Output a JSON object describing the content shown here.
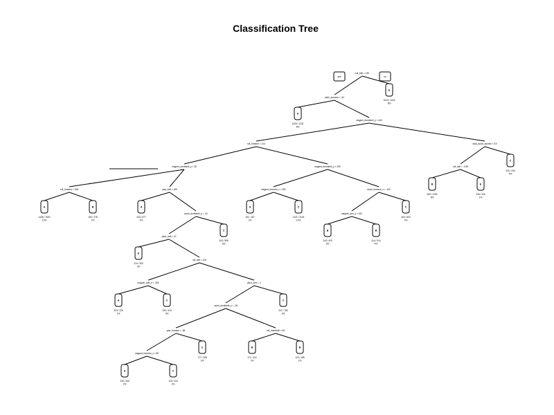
{
  "title": "Classification Tree",
  "legend": {
    "yes_label": "yes",
    "no_label": "no"
  },
  "splits": [
    {
      "id": "n1",
      "label": "roll_belt < 130"
    },
    {
      "id": "n2",
      "label": "pitch_forearm < -34"
    },
    {
      "id": "n3",
      "label": "magnet_dumbbell_y < 440"
    },
    {
      "id": "n4",
      "label": "roll_forearm < 124"
    },
    {
      "id": "n5",
      "label": "total_accel_dumbb < 5.9"
    },
    {
      "id": "n6",
      "label": "magnet_dumbbell_y < 28"
    },
    {
      "id": "n7",
      "label": "magnet_dumbbell_y < 292"
    },
    {
      "id": "n8",
      "label": "roll_belt < -0.65"
    },
    {
      "id": "n9",
      "label": "roll_forearm < 158"
    },
    {
      "id": "n10",
      "label": "yaw_belt < 169"
    },
    {
      "id": "n11",
      "label": "magnet_forearm_z < 281"
    },
    {
      "id": "n12",
      "label": "accel_forearm_x < -102"
    },
    {
      "id": "n13",
      "label": "accel_dumbbell_y < -41"
    },
    {
      "id": "n14",
      "label": "magnet_arm_y < 162"
    },
    {
      "id": "n15",
      "label": "pitch_belt < 13"
    },
    {
      "id": "n16",
      "label": "roll_belt < 129"
    },
    {
      "id": "n17",
      "label": "magnet_belt_z < -324"
    },
    {
      "id": "n18",
      "label": "pitch_belt < -1"
    },
    {
      "id": "n19",
      "label": "accel_dumbbell_y < -28"
    },
    {
      "id": "n20",
      "label": "yaw_forearm < -58"
    },
    {
      "id": "n21",
      "label": "roll_dumbbell < 53"
    },
    {
      "id": "n22",
      "label": "magnet_forearm_z < 89"
    }
  ],
  "leaves": [
    {
      "id": "L1",
      "class": "E",
      "counts": "1023 / 1023",
      "pct": "8%"
    },
    {
      "id": "L2",
      "class": "A",
      "counts": "1029 / 1102",
      "pct": "8%"
    },
    {
      "id": "L3",
      "class": "C",
      "counts": "223 / 243",
      "pct": "4%"
    },
    {
      "id": "L4",
      "class": "B",
      "counts": "533 / 1100",
      "pct": "8%"
    },
    {
      "id": "L5",
      "class": "E",
      "counts": "226 / 226",
      "pct": "1%"
    },
    {
      "id": "L6",
      "class": "A",
      "counts": "1435 / 1620",
      "pct": "13%"
    },
    {
      "id": "L7",
      "class": "B",
      "counts": "152 / 278",
      "pct": "2%"
    },
    {
      "id": "L8",
      "class": "A",
      "counts": "423 / 577",
      "pct": "4%"
    },
    {
      "id": "L9",
      "class": "A",
      "counts": "101 / 167",
      "pct": "1%"
    },
    {
      "id": "L10",
      "class": "C",
      "counts": "1121 / 2143",
      "pct": "12%"
    },
    {
      "id": "L11",
      "class": "C",
      "counts": "403 / 503",
      "pct": "4%"
    },
    {
      "id": "L12",
      "class": "C",
      "counts": "403 / 556",
      "pct": "3%"
    },
    {
      "id": "L13",
      "class": "B",
      "counts": "243 / 420",
      "pct": "3%"
    },
    {
      "id": "L14",
      "class": "B",
      "counts": "314 / 514",
      "pct": "4%"
    },
    {
      "id": "L15",
      "class": "E",
      "counts": "314 / 332",
      "pct": "3%"
    },
    {
      "id": "L16",
      "class": "A",
      "counts": "223 / 225",
      "pct": "1%"
    },
    {
      "id": "L17",
      "class": "C",
      "counts": "333 / 413",
      "pct": "3%"
    },
    {
      "id": "L18",
      "class": "C",
      "counts": "247 / 783",
      "pct": "3%"
    },
    {
      "id": "L19",
      "class": "C",
      "counts": "177 / 328",
      "pct": "2%"
    },
    {
      "id": "L20",
      "class": "B",
      "counts": "171 / 312",
      "pct": "2%"
    },
    {
      "id": "L21",
      "class": "B",
      "counts": "123 / 185",
      "pct": "1%"
    },
    {
      "id": "L22",
      "class": "A",
      "counts": "230 / 333",
      "pct": "2%"
    },
    {
      "id": "L23",
      "class": "C",
      "counts": "123 / 224",
      "pct": "2%"
    }
  ]
}
